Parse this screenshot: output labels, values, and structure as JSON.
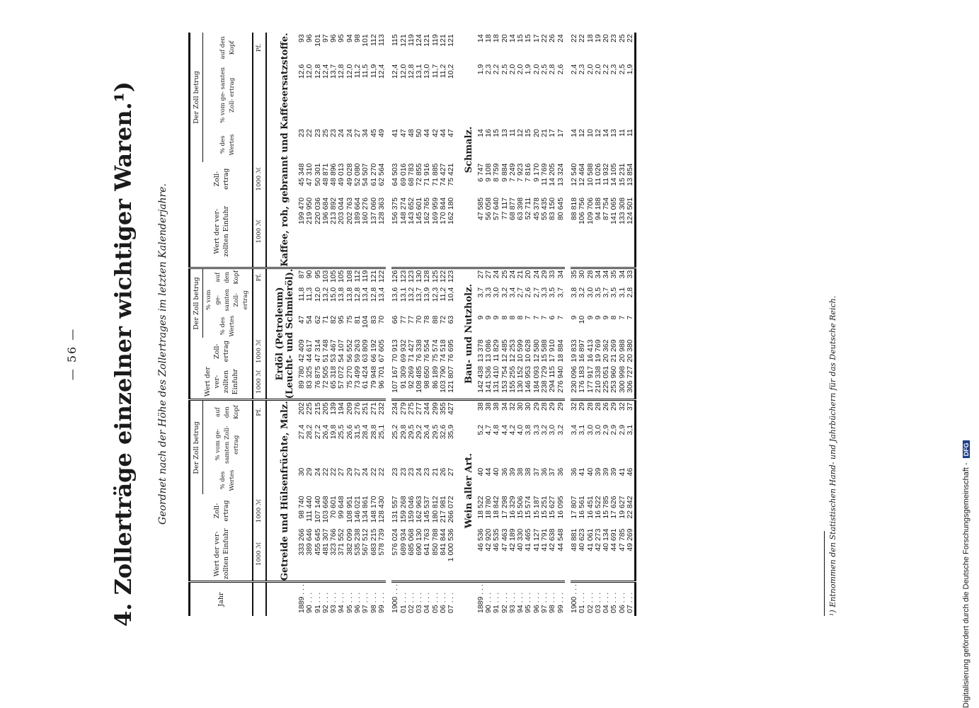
{
  "page_number": "— 56 —",
  "title": "4. Zollerträge einzelner wichtiger Waren.¹)",
  "subtitle": "Geordnet nach der Höhe des Zollertrages im letzten Kalenderjahre.",
  "headers": {
    "year": "Jahr",
    "wert": "Wert der ver- zollten Einfuhr",
    "zollertrag": "Zoll- ertrag",
    "der_zoll_betrug": "Der Zoll betrug",
    "pct_wert": "% des Wertes",
    "pct_ges": "% vom ge- samten Zoll- ertrag",
    "kopf": "auf den Kopf",
    "unit_m": "1000 ℳ",
    "unit_pf": "Pf."
  },
  "sections": [
    {
      "a": {
        "title": "Getreide und Hülsenfrüchte, Malz.",
        "sub": "",
        "rows": [
          [
            "333 266",
            "98 740",
            "30",
            "27,4",
            "202"
          ],
          [
            "389 646",
            "111 440",
            "29",
            "28,2",
            "225"
          ],
          [
            "455 645",
            "107 140",
            "24",
            "27,2",
            "215"
          ],
          [
            "481 307",
            "103 668",
            "22",
            "26,4",
            "205"
          ],
          [
            "323 766",
            "70 601",
            "22",
            "19,8",
            "139"
          ],
          [
            "371 552",
            "99 648",
            "27",
            "25,5",
            "194"
          ],
          [
            "382 099",
            "108 951",
            "29",
            "26,6",
            "209"
          ],
          [
            "535 238",
            "146 021",
            "27",
            "31,5",
            "276"
          ],
          [
            "567 512",
            "134 861",
            "24",
            "28,4",
            "251"
          ],
          [
            "683 215",
            "148 170",
            "22",
            "28,8",
            "271"
          ],
          [
            "578 739",
            "128 430",
            "22",
            "25,1",
            "232"
          ],
          [
            "576 024",
            "131 557",
            "23",
            "25,2",
            "234"
          ],
          [
            "689 934",
            "159 268",
            "23",
            "29,8",
            "279"
          ],
          [
            "685 068",
            "159 046",
            "23",
            "29,5",
            "275"
          ],
          [
            "690 130",
            "162 963",
            "24",
            "29,2",
            "277"
          ],
          [
            "641 763",
            "145 537",
            "23",
            "26,4",
            "244"
          ],
          [
            "850 788",
            "180 812",
            "21",
            "29,5",
            "299"
          ],
          [
            "841 844",
            "217 981",
            "26",
            "32,6",
            "355"
          ],
          [
            "1 000 536",
            "266 072",
            "27",
            "35,9",
            "427"
          ]
        ]
      },
      "b": {
        "title": "Erdöl (Petroleum)",
        "sub": "(Leucht- und Schmieröl).",
        "rows": [
          [
            "89 780",
            "42 409",
            "47",
            "11,8",
            "87"
          ],
          [
            "83 325",
            "44 617",
            "54",
            "11,3",
            "90"
          ],
          [
            "76 875",
            "47 314",
            "62",
            "12,0",
            "95"
          ],
          [
            "72 505",
            "51 748",
            "71",
            "13,2",
            "103"
          ],
          [
            "65 318",
            "53 467",
            "82",
            "15,0",
            "105"
          ],
          [
            "57 072",
            "54 107",
            "95",
            "13,8",
            "105"
          ],
          [
            "75 270",
            "56 552",
            "75",
            "13,8",
            "108"
          ],
          [
            "73 499",
            "59 263",
            "81",
            "12,8",
            "112"
          ],
          [
            "61 424",
            "63 809",
            "104",
            "13,4",
            "119"
          ],
          [
            "79 948",
            "66 192",
            "83",
            "12,8",
            "121"
          ],
          [
            "96 701",
            "67 605",
            "70",
            "13,4",
            "122"
          ],
          [
            "107 167",
            "70 913",
            "66",
            "13,6",
            "126"
          ],
          [
            "91 309",
            "69 932",
            "77",
            "13,1",
            "123"
          ],
          [
            "92 269",
            "71 427",
            "77",
            "13,2",
            "123"
          ],
          [
            "108 485",
            "76 338",
            "70",
            "13,7",
            "130"
          ],
          [
            "98 650",
            "76 554",
            "78",
            "13,9",
            "128"
          ],
          [
            "86 189",
            "75 574",
            "88",
            "12,3",
            "125"
          ],
          [
            "103 790",
            "74 518",
            "72",
            "11,2",
            "122"
          ],
          [
            "121 807",
            "76 695",
            "63",
            "10,4",
            "123"
          ]
        ]
      },
      "c": {
        "title": "Kaffee, roh, gebrannt und Kaffeeersatzstoffe.",
        "sub": "",
        "rows": [
          [
            "199 470",
            "45 348",
            "23",
            "12,6",
            "93"
          ],
          [
            "219 950",
            "47 310",
            "22",
            "12,0",
            "96"
          ],
          [
            "220 036",
            "50 301",
            "23",
            "12,8",
            "101"
          ],
          [
            "196 684",
            "48 871",
            "25",
            "12,4",
            "97"
          ],
          [
            "213 892",
            "48 896",
            "23",
            "13,7",
            "96"
          ],
          [
            "203 044",
            "49 013",
            "24",
            "12,8",
            "95"
          ],
          [
            "202 763",
            "49 028",
            "24",
            "12,0",
            "94"
          ],
          [
            "189 664",
            "52 080",
            "27",
            "11,2",
            "98"
          ],
          [
            "160 276",
            "54 507",
            "34",
            "11,5",
            "101"
          ],
          [
            "137 060",
            "61 270",
            "45",
            "11,9",
            "112"
          ],
          [
            "128 363",
            "62 564",
            "49",
            "12,4",
            "113"
          ],
          [
            "156 375",
            "64 503",
            "41",
            "12,4",
            "115"
          ],
          [
            "148 274",
            "69 016",
            "47",
            "12,0",
            "121"
          ],
          [
            "143 652",
            "68 783",
            "48",
            "12,8",
            "119"
          ],
          [
            "145 601",
            "72 855",
            "50",
            "13,1",
            "124"
          ],
          [
            "162 765",
            "71 916",
            "44",
            "13,0",
            "121"
          ],
          [
            "169 959",
            "71 885",
            "42",
            "11,7",
            "119"
          ],
          [
            "170 844",
            "74 427",
            "44",
            "11,2",
            "121"
          ],
          [
            "162 180",
            "75 421",
            "47",
            "10,2",
            "121"
          ]
        ]
      }
    },
    {
      "a": {
        "title": "Wein aller Art.",
        "sub": "",
        "rows": [
          [
            "46 536",
            "18 522",
            "40",
            "5,2",
            "38"
          ],
          [
            "42 920",
            "18 780",
            "44",
            "4,7",
            "38"
          ],
          [
            "46 535",
            "18 842",
            "40",
            "4,8",
            "38"
          ],
          [
            "47 463",
            "17 298",
            "36",
            "4,4",
            "34"
          ],
          [
            "42 189",
            "16 329",
            "39",
            "4,2",
            "32"
          ],
          [
            "40 330",
            "15 506",
            "38",
            "4,0",
            "30"
          ],
          [
            "41 465",
            "15 574",
            "38",
            "3,8",
            "30"
          ],
          [
            "41 127",
            "15 187",
            "37",
            "3,3",
            "29"
          ],
          [
            "41 791",
            "15 251",
            "36",
            "3,2",
            "28"
          ],
          [
            "42 638",
            "15 627",
            "37",
            "3,0",
            "29"
          ],
          [
            "44 548",
            "16 095",
            "36",
            "3,2",
            "29"
          ],
          [
            "48 881",
            "17 807",
            "36",
            "3,4",
            "32"
          ],
          [
            "40 623",
            "16 561",
            "41",
            "3,1",
            "29"
          ],
          [
            "41 061",
            "16 451",
            "40",
            "3,0",
            "28"
          ],
          [
            "42 273",
            "16 522",
            "39",
            "3,0",
            "28"
          ],
          [
            "40 134",
            "15 785",
            "39",
            "2,9",
            "26"
          ],
          [
            "44 691",
            "17 626",
            "39",
            "2,9",
            "29"
          ],
          [
            "47 785",
            "19 627",
            "41",
            "2,9",
            "32"
          ],
          [
            "49 269",
            "22 842",
            "46",
            "3,1",
            "37"
          ]
        ]
      },
      "b": {
        "title": "Bau- und Nutzholz.",
        "sub": "",
        "rows": [
          [
            "142 438",
            "13 378",
            "9",
            "3,7",
            "27"
          ],
          [
            "141 536",
            "13 086",
            "9",
            "3,3",
            "27"
          ],
          [
            "131 410",
            "11 829",
            "9",
            "3,0",
            "24"
          ],
          [
            "153 754",
            "12 485",
            "8",
            "3,2",
            "25"
          ],
          [
            "155 255",
            "12 253",
            "8",
            "3,4",
            "24"
          ],
          [
            "130 152",
            "10 599",
            "8",
            "2,7",
            "21"
          ],
          [
            "146 953",
            "10 628",
            "7",
            "2,6",
            "20"
          ],
          [
            "184 093",
            "12 580",
            "7",
            "2,7",
            "24"
          ],
          [
            "238 729",
            "15 588",
            "7",
            "3,3",
            "29"
          ],
          [
            "294 115",
            "17 910",
            "6",
            "3,5",
            "33"
          ],
          [
            "276 940",
            "18 884",
            "7",
            "3,7",
            "34"
          ],
          [
            "230 096",
            "19 833",
            "9",
            "3,8",
            "35"
          ],
          [
            "176 183",
            "16 897",
            "10",
            "3,2",
            "30"
          ],
          [
            "177 917",
            "16 413",
            "9",
            "3,0",
            "28"
          ],
          [
            "210 338",
            "19 769",
            "9",
            "3,5",
            "34"
          ],
          [
            "225 051",
            "20 362",
            "9",
            "3,7",
            "34"
          ],
          [
            "253 960",
            "21 269",
            "8",
            "3,5",
            "35"
          ],
          [
            "300 998",
            "20 988",
            "7",
            "3,1",
            "34"
          ],
          [
            "306 727",
            "20 380",
            "7",
            "2,8",
            "33"
          ]
        ]
      },
      "c": {
        "title": "Schmalz.",
        "sub": "",
        "rows": [
          [
            "47 585",
            "6 747",
            "14",
            "1,9",
            "14"
          ],
          [
            "56 058",
            "9 108",
            "16",
            "2,3",
            "18"
          ],
          [
            "57 640",
            "8 759",
            "15",
            "2,2",
            "18"
          ],
          [
            "77 117",
            "9 884",
            "13",
            "2,5",
            "20"
          ],
          [
            "68 877",
            "7 249",
            "11",
            "2,0",
            "14"
          ],
          [
            "63 398",
            "7 923",
            "12",
            "2,0",
            "15"
          ],
          [
            "52 711",
            "7 816",
            "15",
            "1,9",
            "15"
          ],
          [
            "45 378",
            "9 170",
            "20",
            "2,0",
            "17"
          ],
          [
            "55 435",
            "11 769",
            "21",
            "2,5",
            "22"
          ],
          [
            "83 150",
            "14 205",
            "17",
            "2,8",
            "26"
          ],
          [
            "80 645",
            "13 324",
            "17",
            "2,6",
            "24"
          ],
          [
            "88 818",
            "12 540",
            "14",
            "2,4",
            "22"
          ],
          [
            "106 756",
            "12 464",
            "12",
            "2,3",
            "22"
          ],
          [
            "109 706",
            "10 588",
            "10",
            "2,0",
            "18"
          ],
          [
            "94 188",
            "11 026",
            "12",
            "2,0",
            "19"
          ],
          [
            "87 754",
            "11 932",
            "14",
            "2,2",
            "20"
          ],
          [
            "141 065",
            "14 105",
            "13",
            "2,3",
            "23"
          ],
          [
            "133 308",
            "15 231",
            "11",
            "2,5",
            "25"
          ],
          [
            "124 501",
            "13 854",
            "11",
            "1,9",
            "22"
          ]
        ]
      }
    }
  ],
  "years": [
    "1889 . . .",
    "90 . . .",
    "91 . . .",
    "92 . . .",
    "93 . . .",
    "94 . . .",
    "95 . . .",
    "96 . . .",
    "97 . . .",
    "98 . . .",
    "99 . . .",
    "1900 . . .",
    "01 . . .",
    "02 . . .",
    "03 . . .",
    "04 . . .",
    "05 . . .",
    "06 . . .",
    "07 . . ."
  ],
  "footnote": "¹) Entnommen den Statistischen Hand- und Jahrbüchern für das Deutsche Reich.",
  "side_text": "Digitalisierung gefördert durch die Deutsche Forschungsgemeinschaft -",
  "side_logo": "DFG"
}
